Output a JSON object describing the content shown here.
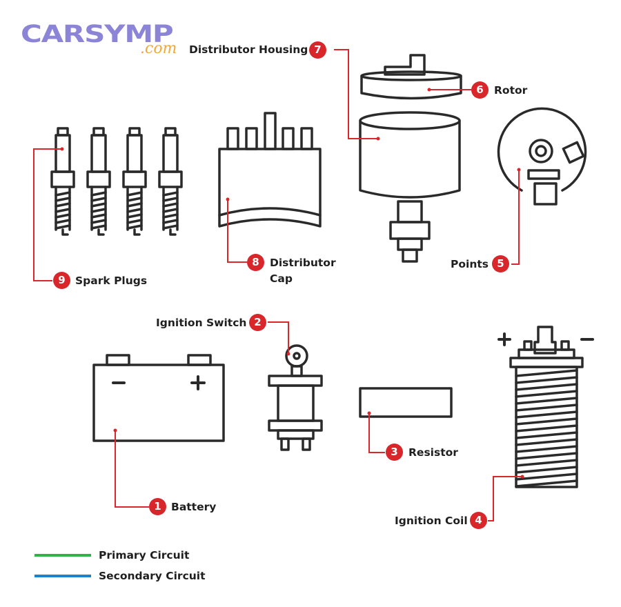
{
  "logo": {
    "main": "CARSYMP",
    "suffix": ".com"
  },
  "components": [
    {
      "num": "1",
      "label": "Battery"
    },
    {
      "num": "2",
      "label": "Ignition Switch"
    },
    {
      "num": "3",
      "label": "Resistor"
    },
    {
      "num": "4",
      "label": "Ignition Coil"
    },
    {
      "num": "5",
      "label": "Points"
    },
    {
      "num": "6",
      "label": "Rotor"
    },
    {
      "num": "7",
      "label": "Distributor Housing"
    },
    {
      "num": "8",
      "label": "Distributor",
      "label2": "Cap"
    },
    {
      "num": "9",
      "label": "Spark Plugs"
    }
  ],
  "battery_terminals": {
    "negative": "−",
    "positive": "+"
  },
  "coil_terminals": {
    "positive": "+",
    "negative": "−"
  },
  "legend": [
    {
      "label": "Primary Circuit",
      "color": "#2fb34a"
    },
    {
      "label": "Secondary Circuit",
      "color": "#1d83c6"
    }
  ],
  "colors": {
    "accent": "#d8262b",
    "line": "#2a2a2a",
    "brand": "#8b84d7",
    "brand_accent": "#f0a83c"
  }
}
